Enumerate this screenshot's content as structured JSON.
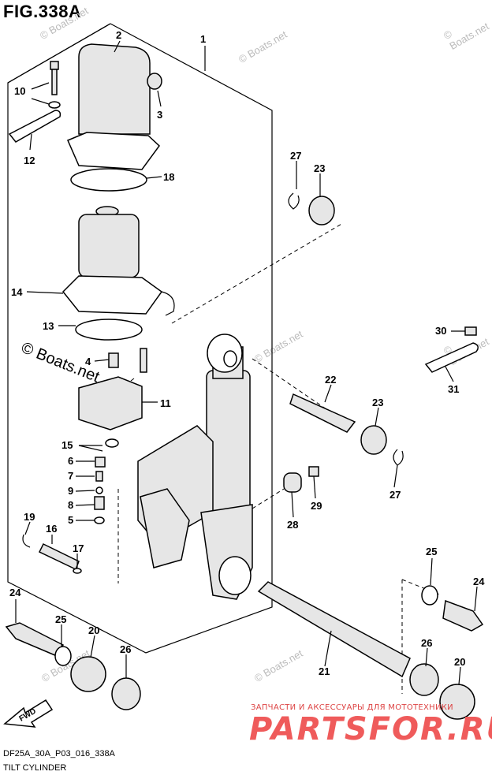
{
  "header": {
    "title": "FIG.338A"
  },
  "footer": {
    "code": "DF25A_30A_P03_016_338A",
    "name": "TILT CYLINDER"
  },
  "watermarks": {
    "text": "© Boats.net"
  },
  "brand": {
    "subtitle": "ЗАПЧАСТИ И АКСЕССУАРЫ ДЛЯ МОТОТЕХНИКИ",
    "name": "PARTSFOR.RU",
    "color": "#ef5b5b"
  },
  "fwd": {
    "label": "FWD"
  },
  "callouts": {
    "c1": "1",
    "c2": "2",
    "c3": "3",
    "c4": "4",
    "c5": "5",
    "c6": "6",
    "c7": "7",
    "c8": "8",
    "c9": "9",
    "c10": "10",
    "c11": "11",
    "c12": "12",
    "c13": "13",
    "c14": "14",
    "c15": "15",
    "c16": "16",
    "c17": "17",
    "c18": "18",
    "c19": "19",
    "c20a": "20",
    "c20b": "20",
    "c21": "21",
    "c22": "22",
    "c23a": "23",
    "c23b": "23",
    "c24a": "24",
    "c24b": "24",
    "c25a": "25",
    "c25b": "25",
    "c26a": "26",
    "c26b": "26",
    "c27a": "27",
    "c27b": "27",
    "c28": "28",
    "c29": "29",
    "c30": "30",
    "c31": "31"
  }
}
